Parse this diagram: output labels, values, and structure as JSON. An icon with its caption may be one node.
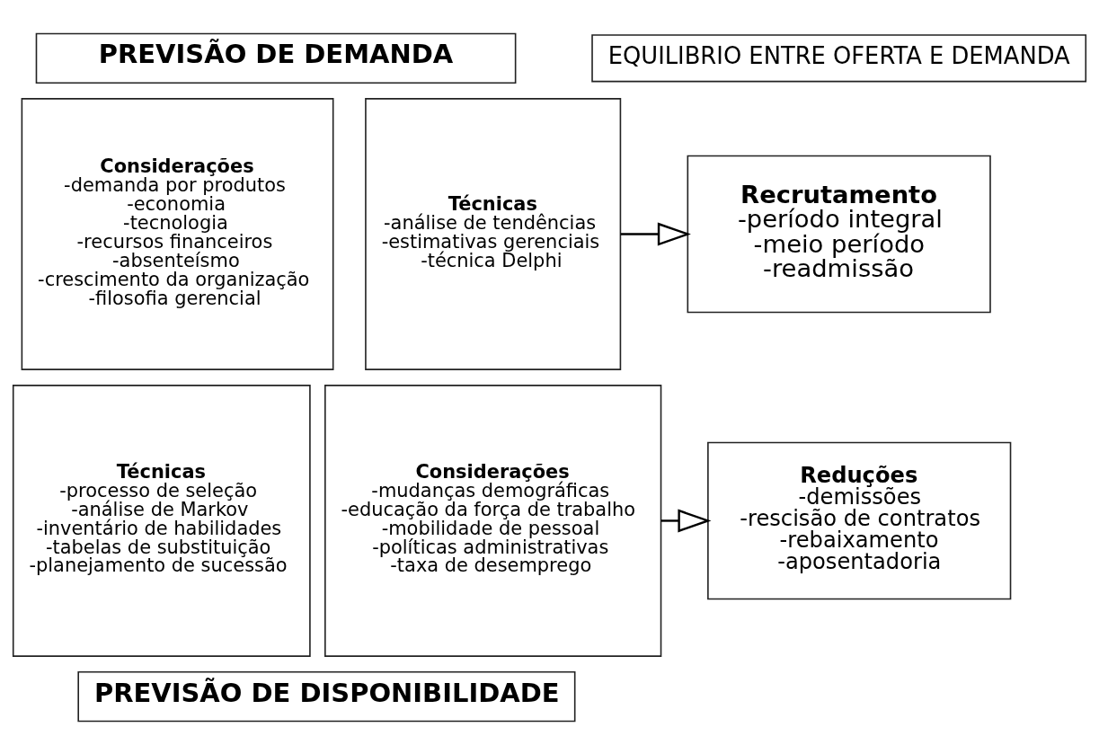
{
  "diagram": {
    "nodes": [
      {
        "text": [
          "PREVISÃO DE DEMANDA"
        ]
      },
      {
        "text": [
          "Considerações",
          "-demanda por produtos",
          "-economia",
          "-tecnologia",
          "-recursos financeiros",
          "-absenteísmo",
          "-crescimento da organização",
          "-filosofia gerencial"
        ]
      },
      {
        "text": [
          "Técnicas",
          "-análise de tendências",
          "-estimativas gerenciais",
          "-técnica Delphi"
        ]
      },
      {
        "text": [
          "Técnicas",
          "-processo de seleção",
          "-análise de Markov",
          "-inventário de habilidades",
          "-tabelas de substituição",
          "-planejamento de sucessão"
        ]
      },
      {
        "text": [
          "Considerações",
          "-mudanças demográficas",
          "-educação da força de trabalho",
          "-mobilidade de pessoal",
          "-políticas administrativas",
          "-taxa de desemprego"
        ]
      },
      {
        "text": [
          "PREVISÃO DE DISPONIBILIDADE"
        ]
      },
      {
        "text": [
          "EQUILIBRIO ENTRE OFERTA E DEMANDA"
        ]
      },
      {
        "text": [
          "Recrutamento",
          "-período integral",
          "-meio período",
          "-readmissão"
        ]
      },
      {
        "text": [
          "Reduções",
          "-demissões",
          "-rescisão de contratos",
          "-rebaixamento",
          "-aposentadoria"
        ]
      }
    ],
    "edges": [
      {
        "from": 2,
        "to": 7,
        "arrow": "to"
      },
      {
        "from": 4,
        "to": 8,
        "arrow": "to"
      }
    ]
  }
}
